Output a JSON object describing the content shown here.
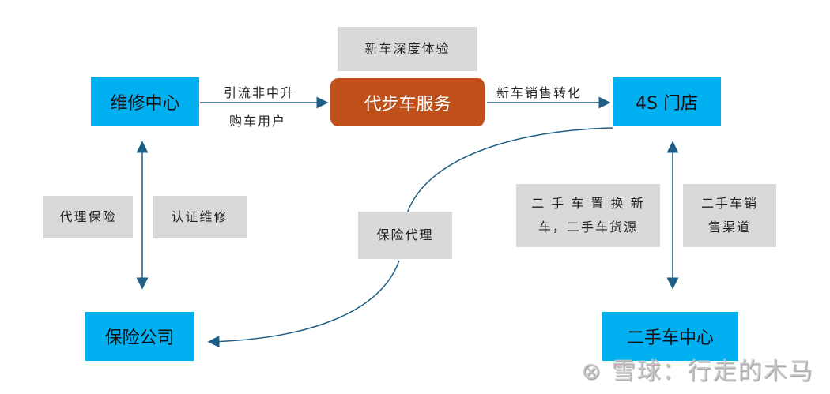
{
  "nodes": {
    "repair_center": "维修中心",
    "substitute_car": "代步车服务",
    "store_4s": "4S 门店",
    "insurance_company": "保险公司",
    "used_car_center": "二手车中心"
  },
  "notes": {
    "new_car_experience": "新车深度体验",
    "agent_insurance": "代理保险",
    "certified_repair": "认证维修",
    "insurance_agency": "保险代理",
    "trade_in_1": "二 手 车 置 换 新",
    "trade_in_2": "车，二手车货源",
    "used_sales_1": "二手车销",
    "used_sales_2": "售渠道"
  },
  "edges": {
    "traffic_1": "引流非中升",
    "traffic_2": "购车用户",
    "new_car_sales": "新车销售转化"
  },
  "watermark": "雪球：行走的木马",
  "colors": {
    "blue": "#00b0f0",
    "orange": "#c0501a",
    "gray": "#d9d9d9",
    "arrow": "#1f5f85"
  }
}
